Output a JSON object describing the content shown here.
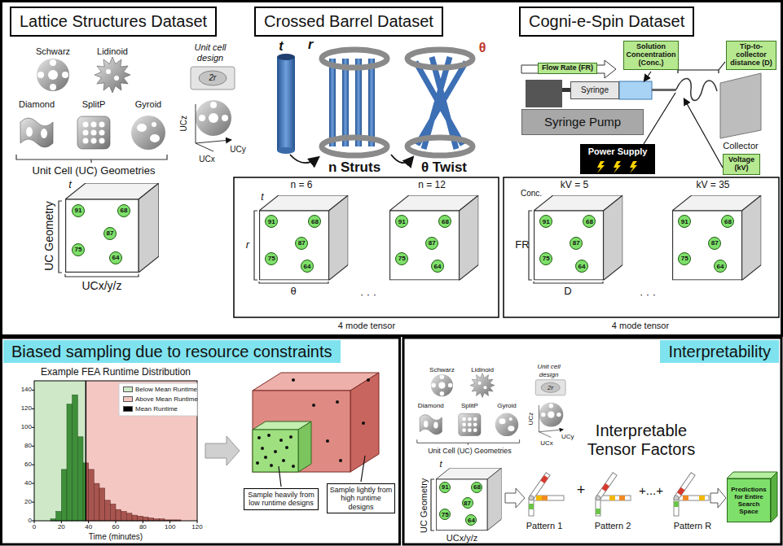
{
  "diagram": {
    "nodes": [
      {
        "text": [
          "Lattice Structures Dataset"
        ]
      },
      {
        "text": [
          "Crossed Barrel Dataset"
        ]
      },
      {
        "text": [
          "Cogni-e-Spin Dataset"
        ]
      },
      {
        "text": [
          "Solution Concentration (Conc.)"
        ]
      },
      {
        "text": [
          "Tip-to-collector distance (D)"
        ]
      },
      {
        "text": [
          "Flow Rate (FR)"
        ]
      },
      {
        "text": [
          "Syringe"
        ]
      },
      {
        "text": [
          "Syringe Pump"
        ]
      },
      {
        "text": [
          "Power Supply"
        ]
      },
      {
        "text": [
          "Voltage (kV)"
        ]
      },
      {
        "text": [
          "91"
        ]
      },
      {
        "text": [
          "68"
        ]
      },
      {
        "text": [
          "87"
        ]
      },
      {
        "text": [
          "75"
        ]
      },
      {
        "text": [
          "64"
        ]
      },
      {
        "text": [
          "91"
        ]
      },
      {
        "text": [
          "68"
        ]
      },
      {
        "text": [
          "87"
        ]
      },
      {
        "text": [
          "75"
        ]
      },
      {
        "text": [
          "64"
        ]
      },
      {
        "text": [
          "91"
        ]
      },
      {
        "text": [
          "68"
        ]
      },
      {
        "text": [
          "87"
        ]
      },
      {
        "text": [
          "75"
        ]
      },
      {
        "text": [
          "64"
        ]
      },
      {
        "text": [
          "91"
        ]
      },
      {
        "text": [
          "68"
        ]
      },
      {
        "text": [
          "87"
        ]
      },
      {
        "text": [
          "75"
        ]
      },
      {
        "text": [
          "64"
        ]
      },
      {
        "text": [
          "91"
        ]
      },
      {
        "text": [
          "68"
        ]
      },
      {
        "text": [
          "87"
        ]
      },
      {
        "text": [
          "75"
        ]
      },
      {
        "text": [
          "64"
        ]
      },
      {
        "text": [
          "Biased sampling due to resource constraints"
        ]
      },
      {
        "text": [
          "Sample heavily from low runtime designs"
        ]
      },
      {
        "text": [
          "Sample lightly from high runtime designs"
        ]
      },
      {
        "text": [
          "Interpretability"
        ]
      },
      {
        "text": [
          "91"
        ]
      },
      {
        "text": [
          "68"
        ]
      },
      {
        "text": [
          "87"
        ]
      },
      {
        "text": [
          "75"
        ]
      },
      {
        "text": [
          "64"
        ]
      },
      {
        "text": [
          "Predictions for Entire Search Space"
        ]
      }
    ],
    "labels": [
      "Schwarz",
      "Lidinoid",
      "Unit cell design",
      "2r",
      "Diamond",
      "SplitP",
      "Gyroid",
      "UCz",
      "UCx",
      "UCy",
      "Unit Cell (UC) Geometries",
      "t",
      "UC Geometry",
      "UCx/y/z",
      "t",
      "r",
      "n Struts",
      "θ Twist",
      "θ",
      "n = 6",
      "t",
      "r",
      "θ",
      "n = 12",
      "· · ·",
      "4 mode tensor",
      "Collector",
      "kV = 5",
      "Conc.",
      "FR",
      "D",
      "kV = 35",
      "· · ·",
      "4 mode tensor",
      "Example FEA Runtime Distribution",
      "0",
      "20",
      "40",
      "60",
      "80",
      "100",
      "120",
      "140",
      "0",
      "20",
      "40",
      "60",
      "80",
      "100",
      "120",
      "Time (minutes)",
      "Schwarz",
      "Lidinoid",
      "Unit cell design",
      "2r",
      "Diamond",
      "SplitP",
      "Gyroid",
      "UCz",
      "UCx",
      "UCy",
      "Unit Cell (UC) Geometries",
      "t",
      "UC Geometry",
      "UCx/y/z",
      "Interpretable Tensor Factors",
      "Pattern 1",
      "+",
      "Pattern 2",
      "+...+",
      "Pattern R"
    ],
    "legend": [
      {
        "text": "Below Mean Runtime",
        "color": "#cfe9c8"
      },
      {
        "text": "Above Mean Runtime",
        "color": "#f4c7c3"
      },
      {
        "text": "Mean Runtime",
        "color": "#000000"
      }
    ]
  }
}
